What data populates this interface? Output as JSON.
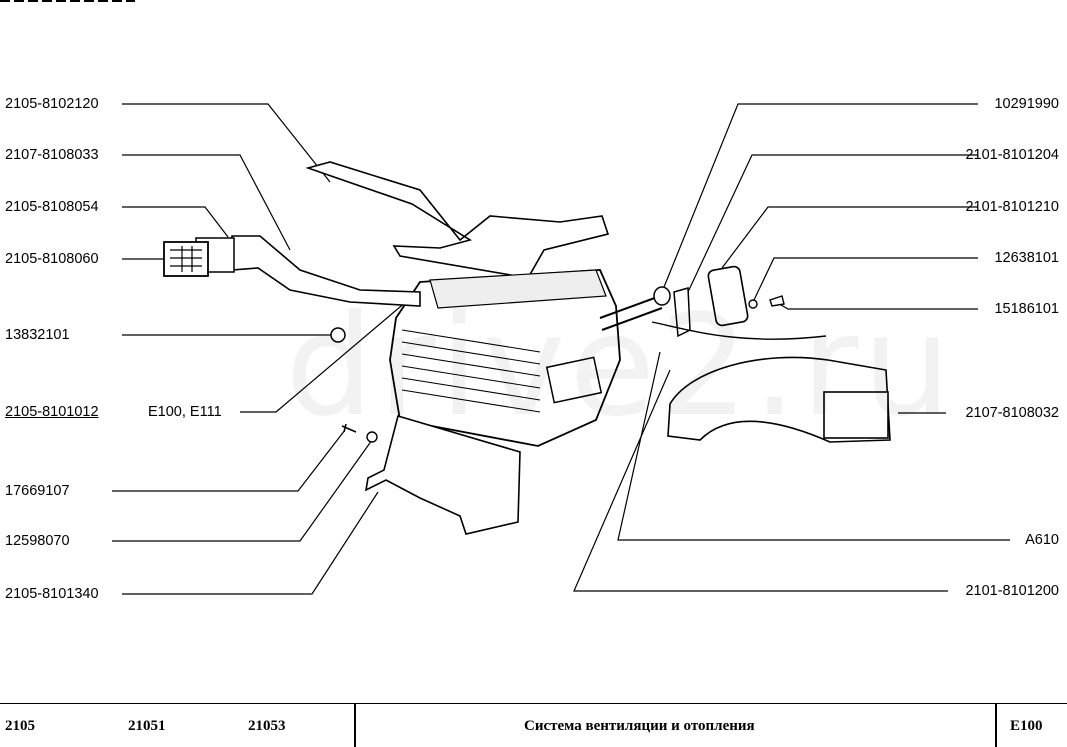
{
  "labels_left": [
    {
      "id": "l1",
      "text": "2105-8102120"
    },
    {
      "id": "l2",
      "text": "2107-8108033"
    },
    {
      "id": "l3",
      "text": "2105-8108054"
    },
    {
      "id": "l4",
      "text": "2105-8108060"
    },
    {
      "id": "l5",
      "text": "13832101"
    },
    {
      "id": "l6",
      "text": "2105-8101012"
    },
    {
      "id": "l6b",
      "text": "E100, E111"
    },
    {
      "id": "l7",
      "text": "17669107"
    },
    {
      "id": "l8",
      "text": "12598070"
    },
    {
      "id": "l9",
      "text": "2105-8101340"
    }
  ],
  "labels_right": [
    {
      "id": "r1",
      "text": "10291990"
    },
    {
      "id": "r2",
      "text": "2101-8101204"
    },
    {
      "id": "r3",
      "text": "2101-8101210"
    },
    {
      "id": "r4",
      "text": "12638101"
    },
    {
      "id": "r5",
      "text": "15186101"
    },
    {
      "id": "r6",
      "text": "2107-8108032"
    },
    {
      "id": "r7",
      "text": "A610"
    },
    {
      "id": "r8",
      "text": "2101-8101200"
    }
  ],
  "watermark": "drive2.ru",
  "footer": {
    "models": [
      "2105",
      "21051",
      "21053"
    ],
    "title": "Система вентиляции и отопления",
    "code": "E100"
  }
}
